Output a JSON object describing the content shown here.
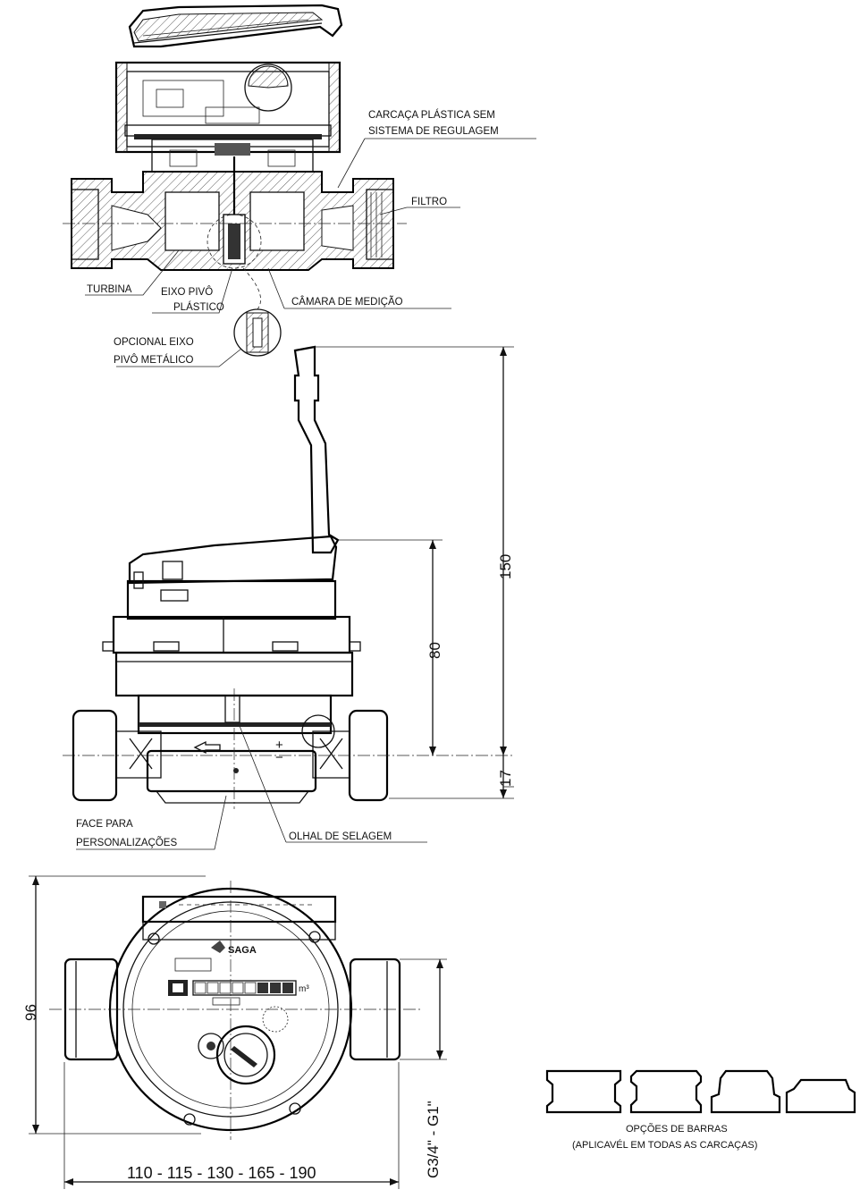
{
  "section_view": {
    "labels": {
      "carcaca_line1": "CARCAÇA PLÁSTICA SEM",
      "carcaca_line2": "SISTEMA DE REGULAGEM",
      "filtro": "FILTRO",
      "turbina": "TURBINA",
      "eixo_line1": "EIXO PIVÔ",
      "eixo_line2": "PLÁSTICO",
      "camara": "CÂMARA DE MEDIÇÃO",
      "opcional_line1": "OPCIONAL EIXO",
      "opcional_line2": "PIVÔ METÁLICO"
    }
  },
  "side_view": {
    "dimensions": {
      "total_height": "150",
      "body_height": "80",
      "axis_height": "17"
    },
    "labels": {
      "face_line1": "FACE PARA",
      "face_line2": "PERSONALIZAÇÕES",
      "olhal": "OLHAL DE SELAGEM"
    }
  },
  "top_view": {
    "dimensions": {
      "height": "96",
      "thread": "G3/4\" - G1\"",
      "lengths": "110 - 115 - 130 - 165 - 190"
    },
    "brand": "SAGA",
    "unit": "m³"
  },
  "bar_options": {
    "caption_line1": "OPÇÕES DE BARRAS",
    "caption_line2": "(APLICAVÉL EM TODAS AS CARCAÇAS)"
  }
}
